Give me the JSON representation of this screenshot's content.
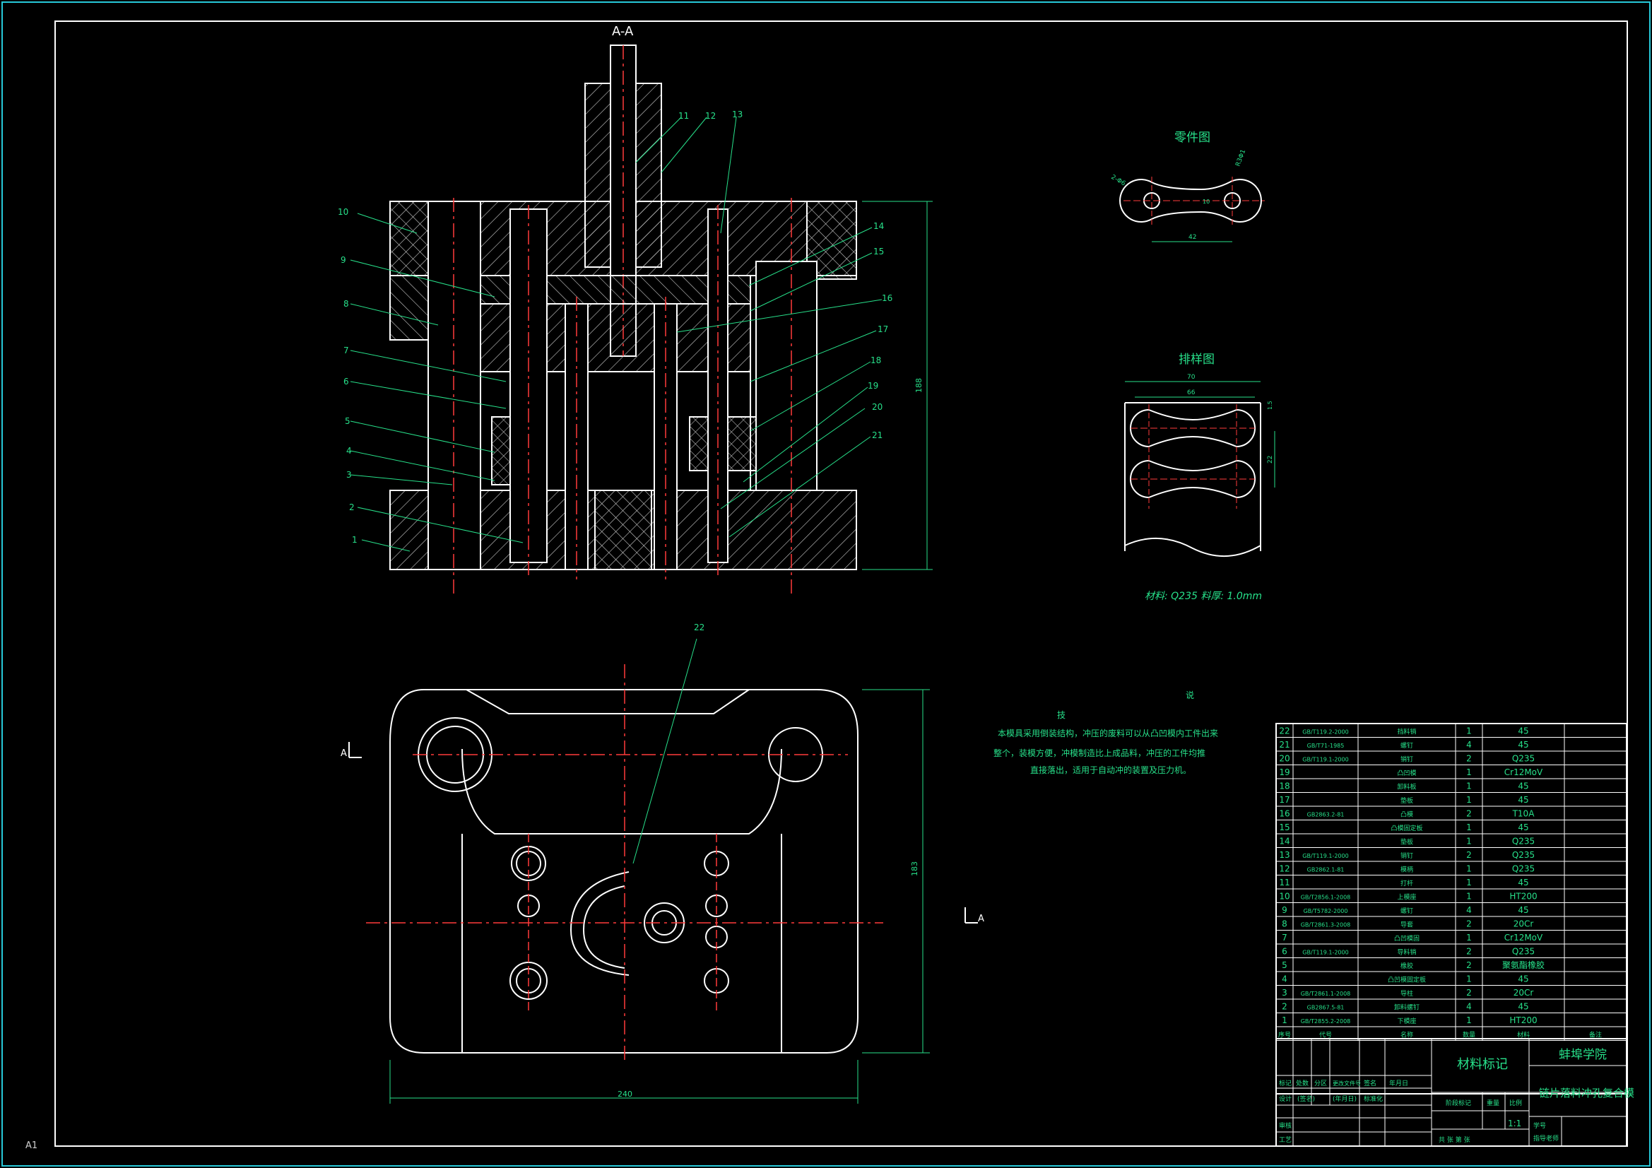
{
  "drawing": {
    "section_label": "A-A",
    "sheet_size": "A1",
    "view_marker": "A"
  },
  "part_callouts": [
    "1",
    "2",
    "3",
    "4",
    "5",
    "6",
    "7",
    "8",
    "9",
    "10",
    "11",
    "12",
    "13",
    "14",
    "15",
    "16",
    "17",
    "18",
    "19",
    "20",
    "21",
    "22"
  ],
  "dimensions": {
    "height_front": "188",
    "height_top": "183",
    "width_top": "240",
    "part_width": "42",
    "part_r1": "2-Φ6",
    "part_r2": "R3Φ1",
    "part_h": "10",
    "layout_width": "70",
    "layout_inner": "66",
    "layout_pitch": "22",
    "layout_gap": "1.5"
  },
  "part_view": {
    "title": "零件图"
  },
  "layout_view": {
    "title": "排样图",
    "material_note": "材料: Q235  料厚: 1.0mm"
  },
  "tech_notes": {
    "heading_left": "技",
    "heading_right": "说",
    "line1": "本模具采用倒装结构，冲压的废料可以从凸凹模内工件出来",
    "line2": "整个，装模方便，冲模制造比上成品料，冲压的工件均推",
    "line3": "直接落出，适用于自动冲的装置及压力机。"
  },
  "bom": {
    "rows": [
      {
        "no": "22",
        "std": "GB/T119.2-2000",
        "name": "挡料销",
        "qty": "1",
        "mat": "45"
      },
      {
        "no": "21",
        "std": "GB/T71-1985",
        "name": "螺钉",
        "qty": "4",
        "mat": "45"
      },
      {
        "no": "20",
        "std": "GB/T119.1-2000",
        "name": "销钉",
        "qty": "2",
        "mat": "Q235"
      },
      {
        "no": "19",
        "std": "",
        "name": "凸凹模",
        "qty": "1",
        "mat": "Cr12MoV"
      },
      {
        "no": "18",
        "std": "",
        "name": "卸料板",
        "qty": "1",
        "mat": "45"
      },
      {
        "no": "17",
        "std": "",
        "name": "垫板",
        "qty": "1",
        "mat": "45"
      },
      {
        "no": "16",
        "std": "GB2863.2-81",
        "name": "凸模",
        "qty": "2",
        "mat": "T10A"
      },
      {
        "no": "15",
        "std": "",
        "name": "凸模固定板",
        "qty": "1",
        "mat": "45"
      },
      {
        "no": "14",
        "std": "",
        "name": "垫板",
        "qty": "1",
        "mat": "Q235"
      },
      {
        "no": "13",
        "std": "GB/T119.1-2000",
        "name": "销钉",
        "qty": "2",
        "mat": "Q235"
      },
      {
        "no": "12",
        "std": "GB2862.1-81",
        "name": "模柄",
        "qty": "1",
        "mat": "Q235"
      },
      {
        "no": "11",
        "std": "",
        "name": "打杆",
        "qty": "1",
        "mat": "45"
      },
      {
        "no": "10",
        "std": "GB/T2856.1-2008",
        "name": "上模座",
        "qty": "1",
        "mat": "HT200"
      },
      {
        "no": "9",
        "std": "GB/T5782-2000",
        "name": "螺钉",
        "qty": "4",
        "mat": "45"
      },
      {
        "no": "8",
        "std": "GB/T2861.3-2008",
        "name": "导套",
        "qty": "2",
        "mat": "20Cr"
      },
      {
        "no": "7",
        "std": "",
        "name": "凸凹模固",
        "qty": "1",
        "mat": "Cr12MoV"
      },
      {
        "no": "6",
        "std": "GB/T119.1-2000",
        "name": "导料销",
        "qty": "2",
        "mat": "Q235"
      },
      {
        "no": "5",
        "std": "",
        "name": "橡胶",
        "qty": "2",
        "mat": "聚氨酯橡胶"
      },
      {
        "no": "4",
        "std": "",
        "name": "凸凹模固定板",
        "qty": "1",
        "mat": "45"
      },
      {
        "no": "3",
        "std": "GB/T2861.1-2008",
        "name": "导柱",
        "qty": "2",
        "mat": "20Cr"
      },
      {
        "no": "2",
        "std": "GB2867.5-81",
        "name": "卸料螺钉",
        "qty": "4",
        "mat": "45"
      },
      {
        "no": "1",
        "std": "GB/T2855.2-2008",
        "name": "下模座",
        "qty": "1",
        "mat": "HT200"
      }
    ],
    "header": {
      "no": "序号",
      "std": "代号",
      "name": "名称",
      "qty": "数量",
      "mat": "材料",
      "remark": "备注"
    }
  },
  "title_block": {
    "material_mark": "材料标记",
    "school": "蚌埠学院",
    "drawing_name": "链片落料冲孔复合模",
    "labels": [
      "标记",
      "处数",
      "分区",
      "更改文件号",
      "签名",
      "年月日"
    ],
    "labels2": [
      "设计",
      "(签名)",
      "(年月日)",
      "标准化"
    ],
    "labels3": [
      "审核",
      "工艺"
    ],
    "stage_labels": [
      "阶段标记",
      "重量",
      "比例"
    ],
    "scale": "1:1",
    "sheet": "共 张 第 张",
    "extra": "学号",
    "extra2": "指导老师"
  }
}
